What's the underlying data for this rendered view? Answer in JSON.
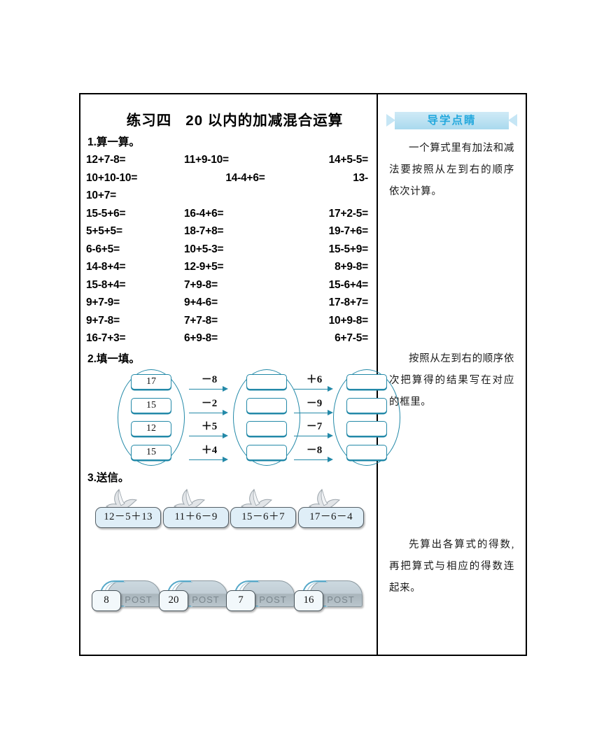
{
  "worksheet": {
    "title": "练习四   20 以内的加减混合运算",
    "sections": {
      "calc": {
        "heading": "1.算一算。"
      },
      "fill": {
        "heading": "2.填一填。"
      },
      "mail": {
        "heading": "3.送信。"
      }
    }
  },
  "calc_rows": [
    {
      "c1": "12+7-8=",
      "c2": "11+9-10=",
      "c3": "14+5-5="
    },
    {
      "c1": "10+10-10=",
      "c2": "14-4+6=",
      "c3": "13-"
    },
    {
      "c1": "10+7=",
      "c2": "",
      "c3": ""
    },
    {
      "c1": "15-5+6=",
      "c2": "16-4+6=",
      "c3": "17+2-5="
    },
    {
      "c1": "5+5+5=",
      "c2": "18-7+8=",
      "c3": "19-7+6="
    },
    {
      "c1": "6-6+5=",
      "c2": "10+5-3=",
      "c3": "15-5+9="
    },
    {
      "c1": "14-8+4=",
      "c2": "12-9+5=",
      "c3": "8+9-8="
    },
    {
      "c1": "15-8+4=",
      "c2": "7+9-8=",
      "c3": "15-6+4="
    },
    {
      "c1": "9+7-9=",
      "c2": "9+4-6=",
      "c3": "17-8+7="
    },
    {
      "c1": "9+7-8=",
      "c2": "7+7-8=",
      "c3": "10+9-8="
    },
    {
      "c1": "16-7+3=",
      "c2": "6+9-8=",
      "c3": "6+7-5="
    }
  ],
  "diagram": {
    "column_a": [
      "17",
      "15",
      "12",
      "15"
    ],
    "column_b": [
      "",
      "",
      "",
      ""
    ],
    "column_c": [
      "",
      "",
      "",
      ""
    ],
    "ops_1": [
      "－8",
      "－2",
      "＋5",
      "＋4"
    ],
    "ops_2": [
      "＋6",
      "－9",
      "－7",
      "－8"
    ]
  },
  "letters": [
    {
      "expression": "12－5＋13"
    },
    {
      "expression": "11＋6－9"
    },
    {
      "expression": "15－6＋7"
    },
    {
      "expression": "17－6－4"
    }
  ],
  "mailboxes": [
    {
      "number": "8",
      "label": "POST"
    },
    {
      "number": "20",
      "label": "POST"
    },
    {
      "number": "7",
      "label": "POST"
    },
    {
      "number": "16",
      "label": "POST"
    }
  ],
  "tips": {
    "banner_title": "导学点睛",
    "paragraphs": [
      "一个算式里有加法和减法要按照从左到右的顺序依次计算。",
      "按照从左到右的顺序依次把算得的结果写在对应的框里。",
      "先算出各算式的得数,再把算式与相应的得数连起来。"
    ]
  },
  "colors": {
    "accent_teal": "#2389a8",
    "banner_blue": "#bde2f2",
    "banner_text": "#23a8dd",
    "card_fill": "#dfeef7",
    "mailbox_gray": "#c2ced6"
  }
}
